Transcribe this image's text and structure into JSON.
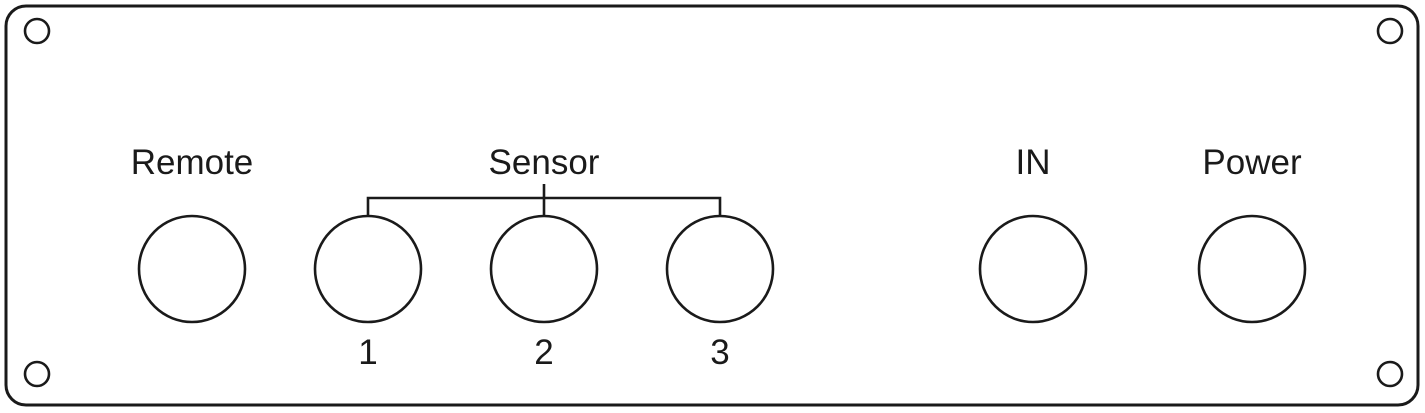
{
  "panel": {
    "labels": {
      "remote": "Remote",
      "sensor": "Sensor",
      "in": "IN",
      "power": "Power"
    },
    "sensor_numbers": [
      "1",
      "2",
      "3"
    ],
    "colors": {
      "line": "#1a1a1a",
      "background": "#ffffff"
    }
  }
}
